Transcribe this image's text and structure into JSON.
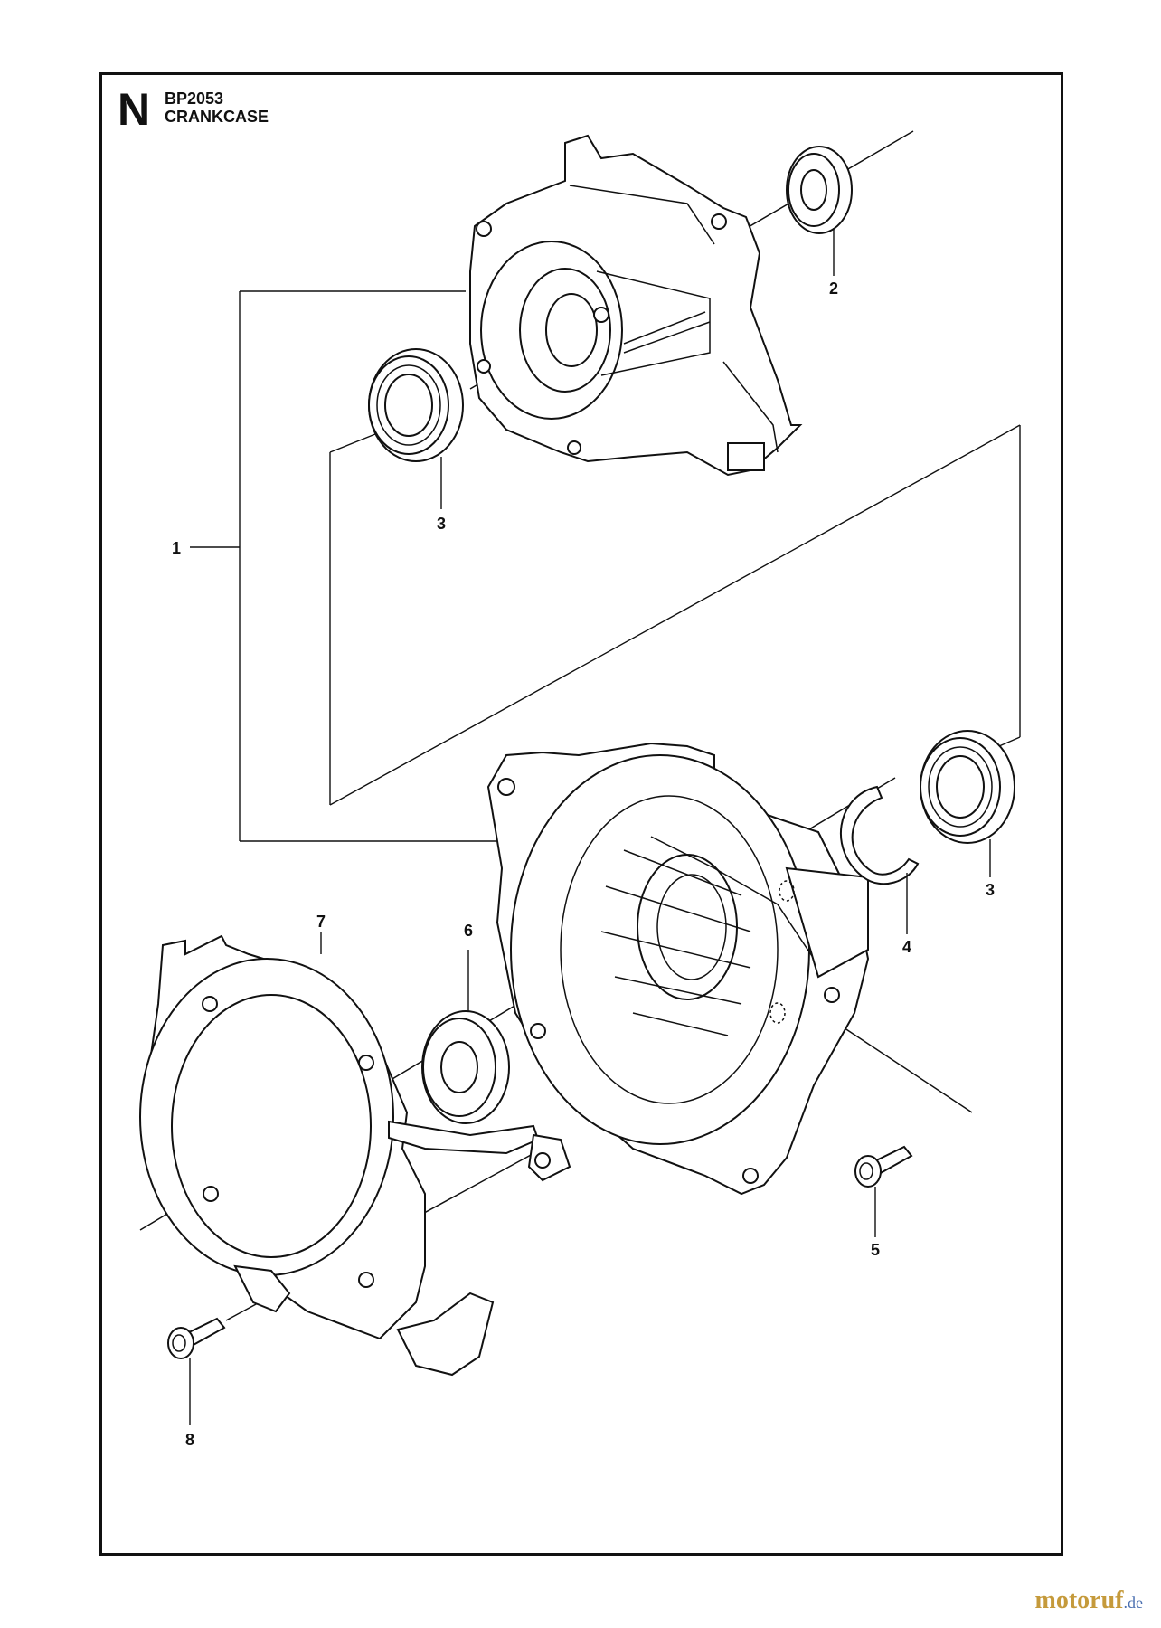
{
  "header": {
    "section_letter": "N",
    "model_code": "BP2053",
    "title": "CRANKCASE"
  },
  "callouts": [
    {
      "id": "1",
      "label": "1"
    },
    {
      "id": "2",
      "label": "2"
    },
    {
      "id": "3a",
      "label": "3"
    },
    {
      "id": "3b",
      "label": "3"
    },
    {
      "id": "4",
      "label": "4"
    },
    {
      "id": "5",
      "label": "5"
    },
    {
      "id": "6",
      "label": "6"
    },
    {
      "id": "7",
      "label": "7"
    },
    {
      "id": "8",
      "label": "8"
    }
  ],
  "watermark": {
    "brand": "motoruf",
    "suffix": ".de",
    "brand_color": "#c59a3b",
    "suffix_color": "#4a6fb0"
  }
}
